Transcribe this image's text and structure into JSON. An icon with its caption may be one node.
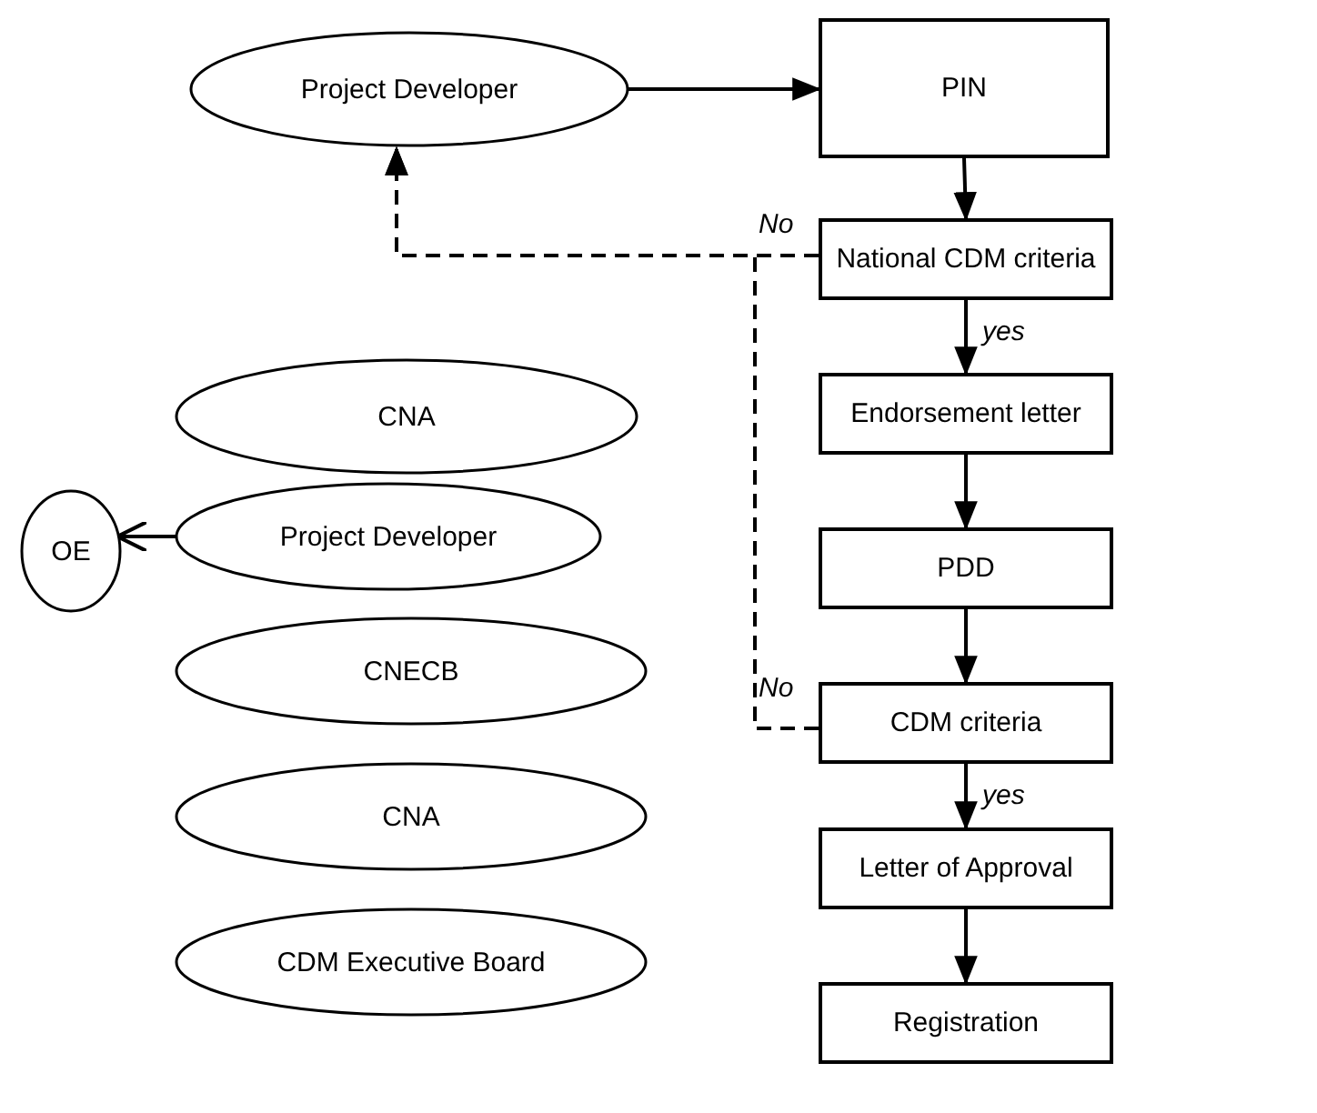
{
  "diagram": {
    "nodes": [
      {
        "text": [
          "Project Developer"
        ]
      },
      {
        "text": [
          "PIN"
        ]
      },
      {
        "text": [
          "National CDM criteria"
        ]
      },
      {
        "text": [
          "Endorsement letter"
        ]
      },
      {
        "text": [
          "PDD"
        ]
      },
      {
        "text": [
          "CDM criteria"
        ]
      },
      {
        "text": [
          "Letter of Approval"
        ]
      },
      {
        "text": [
          "Registration"
        ]
      },
      {
        "text": [
          "CNA"
        ]
      },
      {
        "text": [
          "OE"
        ]
      },
      {
        "text": [
          "Project Developer"
        ]
      },
      {
        "text": [
          "CNECB"
        ]
      },
      {
        "text": [
          "CNA"
        ]
      },
      {
        "text": [
          "CDM Executive Board"
        ]
      }
    ],
    "edges": [
      {
        "from": 0,
        "to": 1,
        "arrow": "to"
      },
      {
        "from": 1,
        "to": 2,
        "arrow": "to"
      },
      {
        "from": 2,
        "to": 3,
        "arrow": "to",
        "label": "yes"
      },
      {
        "from": 3,
        "to": 4,
        "arrow": "to"
      },
      {
        "from": 4,
        "to": 5,
        "arrow": "to"
      },
      {
        "from": 5,
        "to": 6,
        "arrow": "to",
        "label": "yes"
      },
      {
        "from": 6,
        "to": 7,
        "arrow": "to"
      },
      {
        "from": 10,
        "to": 9,
        "arrow": "to"
      },
      {
        "from": 2,
        "to": 0,
        "arrow": "to",
        "style": "dashed",
        "label": "No"
      },
      {
        "from": 5,
        "to": 0,
        "arrow": "to",
        "style": "dashed",
        "label": "No"
      }
    ]
  }
}
